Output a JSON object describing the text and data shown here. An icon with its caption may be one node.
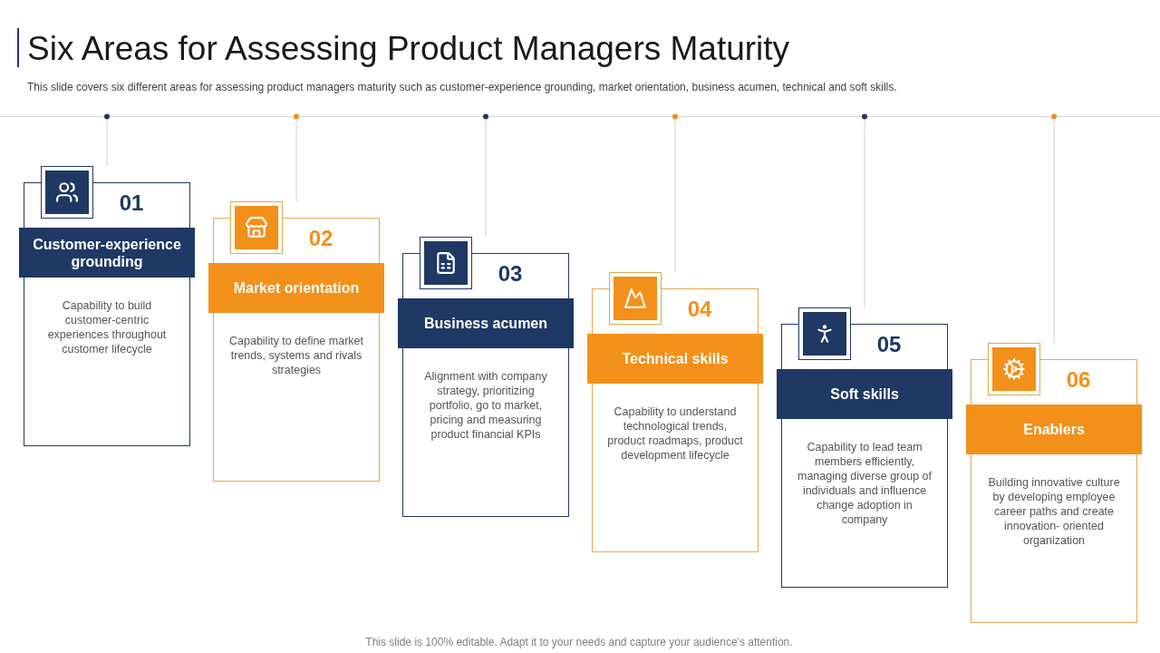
{
  "diagram": {
    "title": "Six Areas for Assessing Product Managers Maturity",
    "nodes": [
      {
        "text": [
          "01",
          "Customer-experience grounding",
          "Capability to build customer-centric experiences throughout customer lifecycle"
        ]
      },
      {
        "text": [
          "02",
          "Market orientation",
          "Capability to define market trends, systems and rivals strategies"
        ]
      },
      {
        "text": [
          "03",
          "Business acumen",
          "Alignment with company strategy, prioritizing portfolio, go to market, pricing and measuring product financial KPIs"
        ]
      },
      {
        "text": [
          "04",
          "Technical skills",
          "Capability to understand technological trends, product roadmaps, product development lifecycle"
        ]
      },
      {
        "text": [
          "05",
          "Soft skills",
          "Capability to lead team members efficiently, managing diverse group of individuals and influence change adoption in company"
        ]
      },
      {
        "text": [
          "06",
          "Enablers",
          "Building innovative culture by developing employee career paths and create innovation- oriented organization"
        ]
      }
    ],
    "labels": [
      "This slide covers six different areas for assessing product managers maturity such as customer-experience grounding, market orientation, business acumen, technical and soft skills.",
      "This slide is 100% editable. Adapt it to your needs and capture your audience's attention."
    ]
  }
}
